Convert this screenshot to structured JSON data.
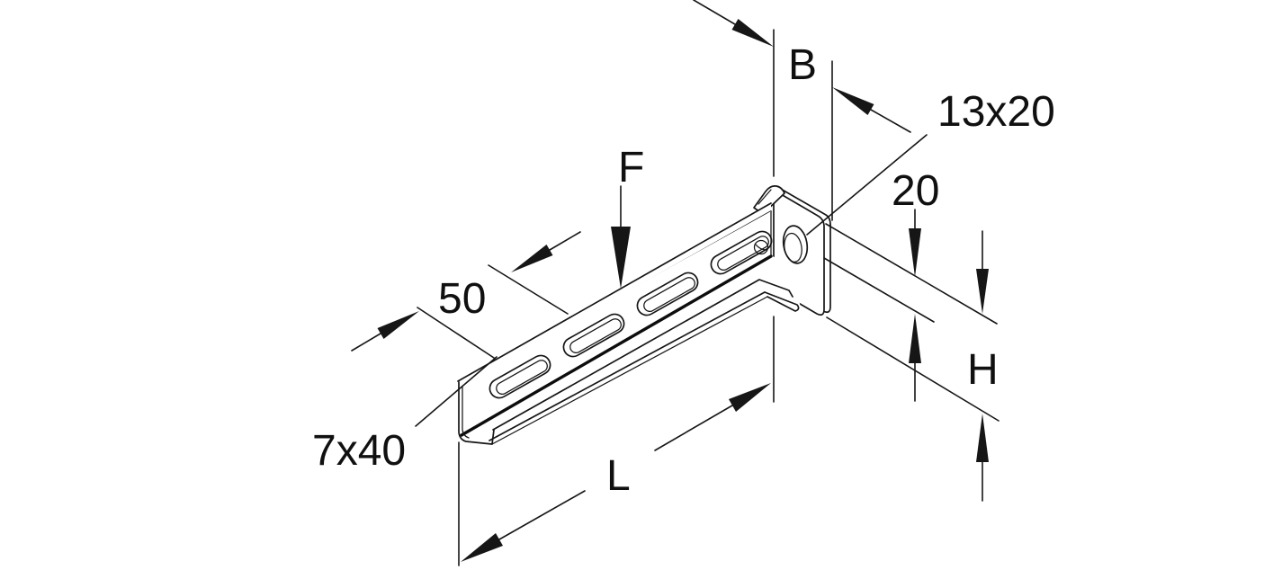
{
  "figure": {
    "type": "isometric-technical-line-drawing",
    "subject": "cantilever wall bracket: slotted C-profile arm welded to head plate with oblong mounting hole",
    "background_color": "#ffffff",
    "line_color": "#161616"
  },
  "labels": {
    "bracket_width": {
      "text": "B",
      "meaning": "width of head plate"
    },
    "load_force": {
      "text": "F",
      "meaning": "load force arrow on arm"
    },
    "slot_pitch": {
      "text": "50",
      "meaning": "spacing between slots"
    },
    "slot_size": {
      "text": "7x40",
      "meaning": "slot dimensions in arm"
    },
    "arm_length": {
      "text": "L",
      "meaning": "length of bracket arm"
    },
    "hole_size": {
      "text": "13x20",
      "meaning": "oblong hole in head plate"
    },
    "hole_offset": {
      "text": "20",
      "meaning": "distance from plate top to hole centre"
    },
    "bracket_height": {
      "text": "H",
      "meaning": "height of head plate"
    }
  }
}
